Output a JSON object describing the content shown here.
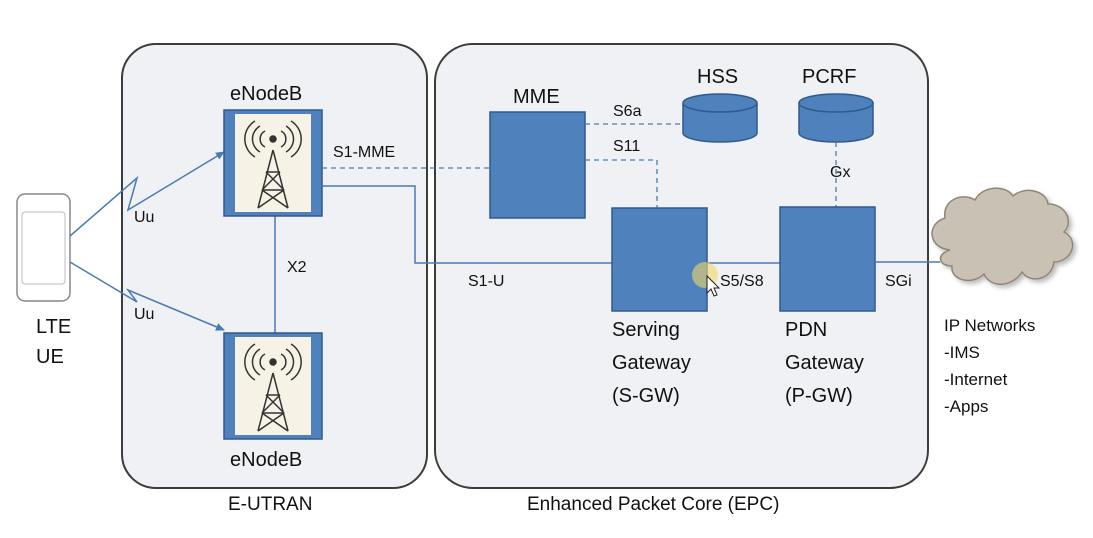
{
  "colors": {
    "box_fill": "#4f81bd",
    "box_stroke": "#2f5a8f",
    "panel_fill": "#f0f1f4",
    "panel_stroke": "#3c3c3c",
    "line": "#4a7bb7",
    "cloud_fill": "#c9c1b3"
  },
  "ue": {
    "label_line1": "LTE",
    "label_line2": "UE"
  },
  "eutran": {
    "label": "E-UTRAN",
    "enodeb_top": "eNodeB",
    "enodeb_bottom": "eNodeB",
    "uu_top": "Uu",
    "uu_bottom": "Uu",
    "x2": "X2"
  },
  "epc": {
    "label": "Enhanced Packet Core (EPC)",
    "mme": "MME",
    "hss": "HSS",
    "pcrf": "PCRF",
    "s1_mme": "S1-MME",
    "s6a": "S6a",
    "s11": "S11",
    "s1_u": "S1-U",
    "gx": "Gx",
    "s5_s8": "S5/S8",
    "sgi": "SGi",
    "sgw": {
      "line1": "Serving",
      "line2": "Gateway",
      "line3": "(S-GW)"
    },
    "pgw": {
      "line1": "PDN",
      "line2": "Gateway",
      "line3": "(P-GW)"
    }
  },
  "ip_networks": {
    "title": "IP Networks",
    "items": [
      "-IMS",
      "-Internet",
      "-Apps"
    ]
  }
}
